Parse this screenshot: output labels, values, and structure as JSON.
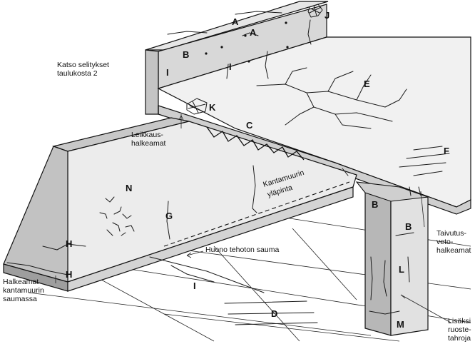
{
  "legend_note": [
    "Katso selitykset",
    "taulukosta 2"
  ],
  "captions": {
    "shear_cracks": [
      "Leikkaus-",
      "halkeamat"
    ],
    "wall_top": [
      "Kantamuurin",
      "yläpinta"
    ],
    "poor_joint": "Huono tehoton sauma",
    "wall_joint_cracks": [
      "Halkeamat",
      "kantamuurin",
      "saumassa"
    ],
    "bending_cracks": [
      "Taivutus-",
      "veto-",
      "halkeamat"
    ],
    "extra_rust": [
      "Lisäksi",
      "ruoste-",
      "tahroja"
    ]
  },
  "letters": [
    "A",
    "A",
    "J",
    "B",
    "I",
    "I",
    "E",
    "K",
    "C",
    "F",
    "N",
    "G",
    "B",
    "B",
    "L",
    "H",
    "H",
    "I",
    "D",
    "M"
  ],
  "colors": {
    "concrete": "#dcdcdc",
    "concrete_dark": "#b9b9b9",
    "line": "#111111",
    "background": "#ffffff"
  }
}
